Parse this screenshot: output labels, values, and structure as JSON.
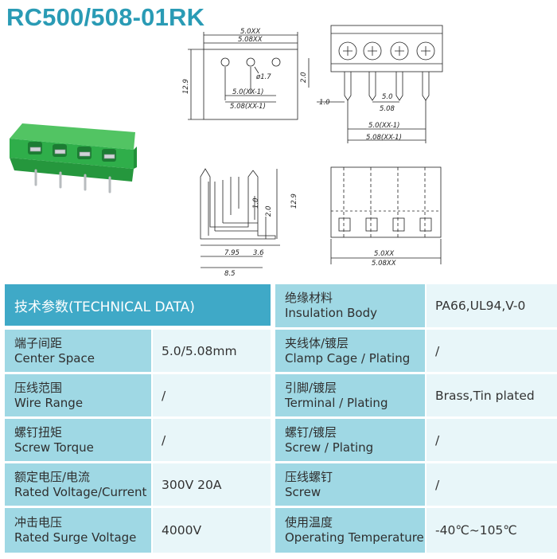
{
  "title": "RC500/508-01RK",
  "drawings": {
    "top_view": {
      "w1": "5.0XX",
      "w2": "5.08XX",
      "pitch1": "5.0(XX-1)",
      "pitch2": "5.08(XX-1)",
      "hole": "ø1.7",
      "height": "12.9",
      "edge": "2.0"
    },
    "front_view": {
      "pin": "1.0",
      "p1": "5.0",
      "p2": "5.08",
      "span1": "5.0(XX-1)",
      "span2": "5.08(XX-1)"
    },
    "side_view": {
      "d1": "1.0",
      "d2": "2.0",
      "d3": "12.9",
      "base1": "7.95",
      "base2": "3.6",
      "total": "8.5"
    },
    "bottom_view": {
      "w1": "5.0XX",
      "w2": "5.08XX"
    }
  },
  "spec": {
    "header": "技术参数(TECHNICAL DATA)",
    "left_rows": [
      {
        "cn": "端子间距",
        "en": "Center Space",
        "value": "5.0/5.08mm"
      },
      {
        "cn": "压线范围",
        "en": "Wire Range",
        "value": "/"
      },
      {
        "cn": "螺钉扭矩",
        "en": "Screw Torque",
        "value": "/"
      },
      {
        "cn": "额定电压/电流",
        "en": "Rated Voltage/Current",
        "value": "300V 20A"
      },
      {
        "cn": "冲击电压",
        "en": "Rated Surge Voltage",
        "value": "4000V"
      }
    ],
    "right_rows": [
      {
        "cn": "绝缘材料",
        "en": "Insulation Body",
        "value": "PA66,UL94,V-0"
      },
      {
        "cn": "夹线体/镀层",
        "en": "Clamp Cage / Plating",
        "value": "/"
      },
      {
        "cn": "引脚/镀层",
        "en": "Terminal / Plating",
        "value": "Brass,Tin plated"
      },
      {
        "cn": "螺钉/镀层",
        "en": "Screw / Plating",
        "value": "/"
      },
      {
        "cn": "压线螺钉",
        "en": "Screw",
        "value": "/"
      },
      {
        "cn": "使用温度",
        "en": "Operating Temperature",
        "value": "-40℃~105℃"
      }
    ]
  },
  "colors": {
    "title": "#2a9bb5",
    "header_bg": "#3fa9c7",
    "label_bg": "#9fd8e4",
    "value_bg": "#e8f6f9",
    "product_green": "#2fae4a"
  }
}
